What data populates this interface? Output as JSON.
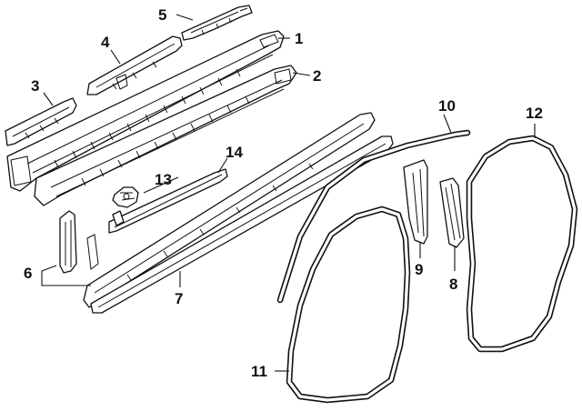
{
  "callouts": {
    "c1": "1",
    "c2": "2",
    "c3": "3",
    "c4": "4",
    "c5": "5",
    "c6": "6",
    "c7": "7",
    "c8": "8",
    "c9": "9",
    "c10": "10",
    "c11": "11",
    "c12": "12",
    "c13": "13",
    "c14": "14"
  },
  "colors": {
    "line": "#111111",
    "background": "#ffffff"
  }
}
